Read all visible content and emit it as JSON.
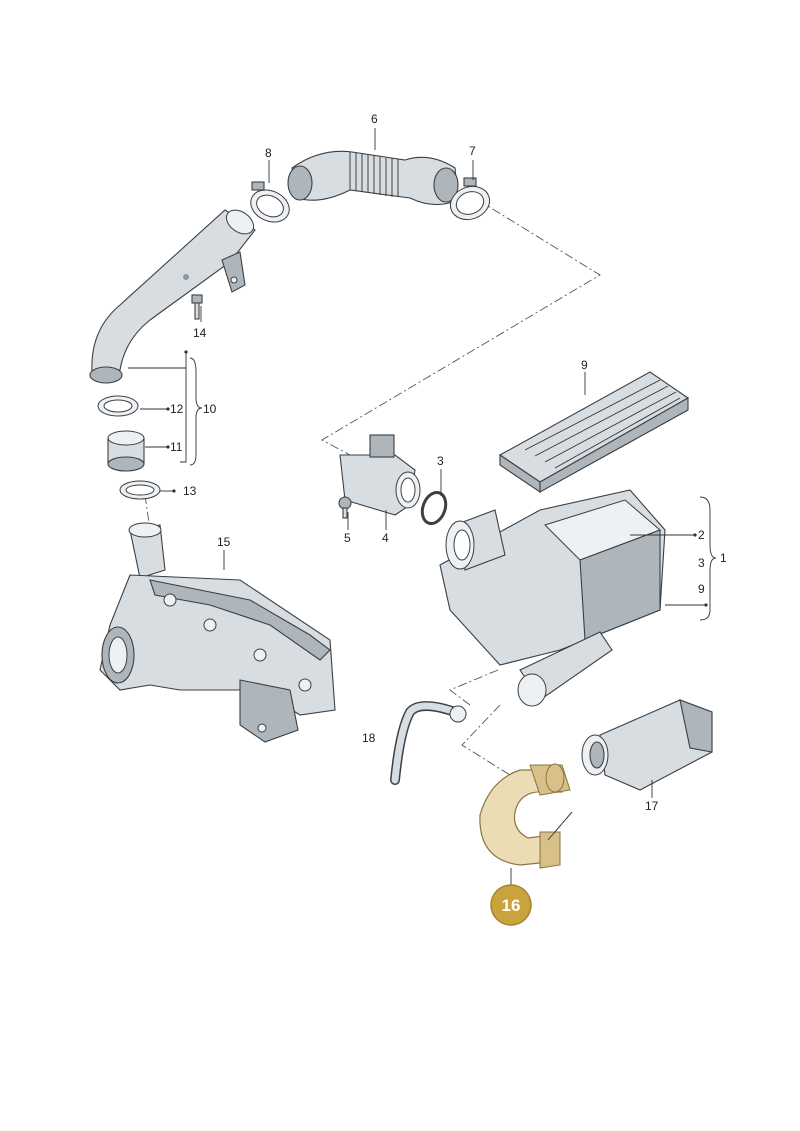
{
  "highlight_color": "#c9a43e",
  "callouts": {
    "c1": "1",
    "c2": "2",
    "c3a": "3",
    "c3b": "3",
    "c4": "4",
    "c5": "5",
    "c6": "6",
    "c7": "7",
    "c8": "8",
    "c9a": "9",
    "c9b": "9",
    "c10": "10",
    "c11": "11",
    "c12": "12",
    "c13": "13",
    "c14": "14",
    "c15": "15",
    "c16": "16",
    "c17": "17",
    "c18": "18"
  }
}
